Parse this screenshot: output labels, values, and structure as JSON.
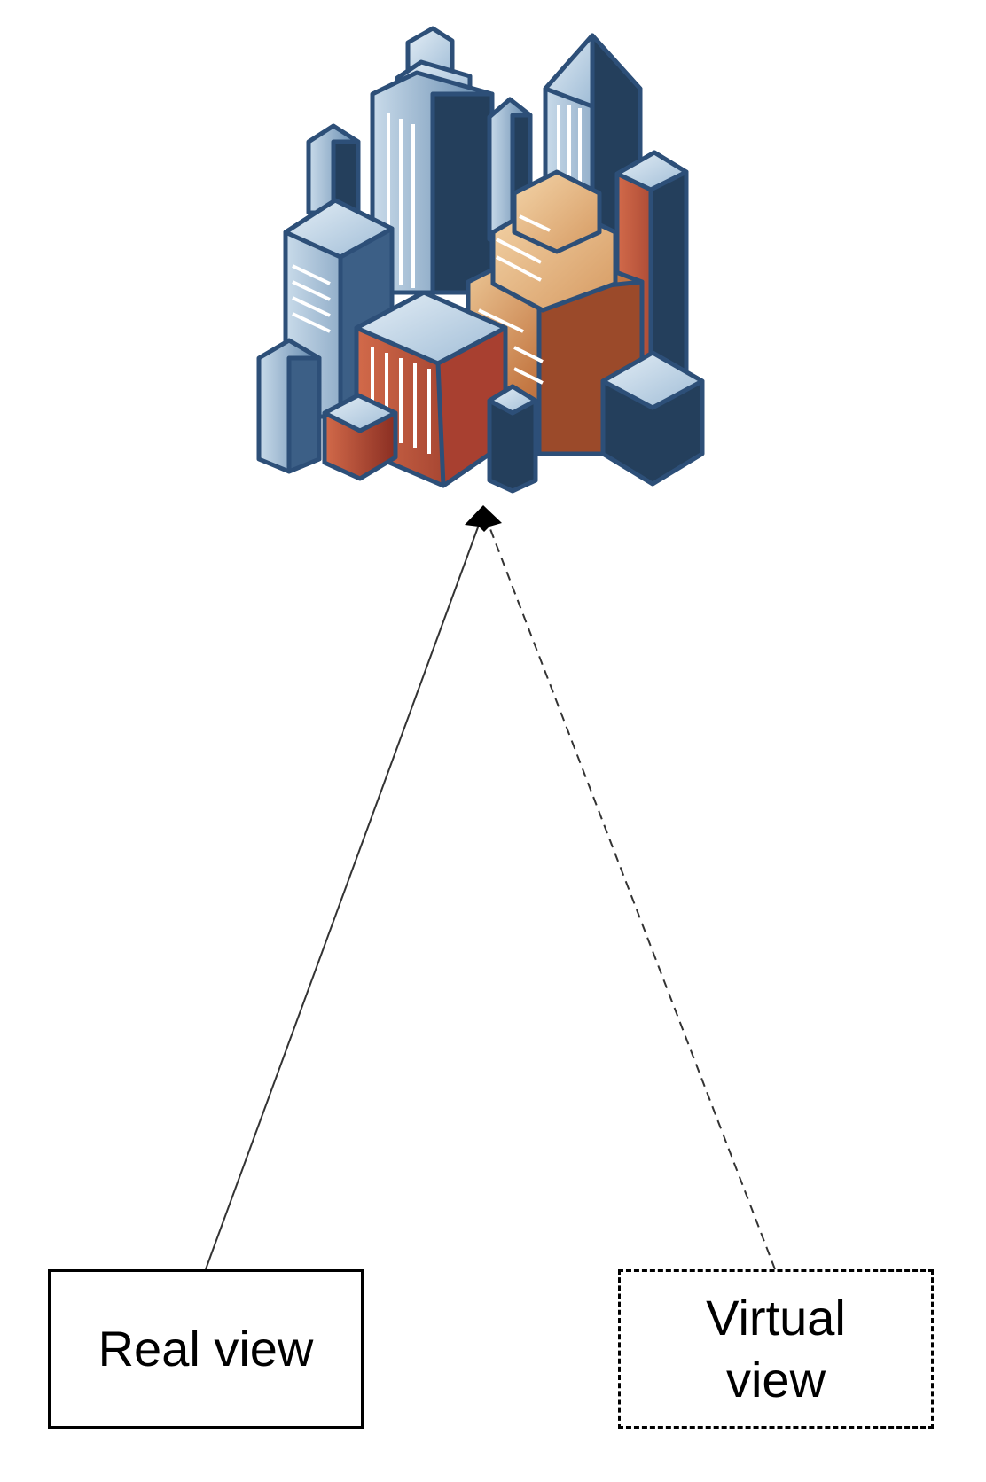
{
  "boxes": {
    "real": {
      "label": "Real view"
    },
    "virtual": {
      "label_lines": [
        "Virtual",
        "view"
      ]
    }
  },
  "icons": {
    "target": "city-buildings-icon"
  },
  "colors": {
    "steel_blue_light": "#b9cfe0",
    "steel_blue_mid": "#5f85ab",
    "navy_dark": "#243f5c",
    "outline": "#2d4f78",
    "brick_red": "#a84030",
    "copper": "#b86a3a",
    "tan": "#e2b890",
    "arrow": "#000000"
  }
}
